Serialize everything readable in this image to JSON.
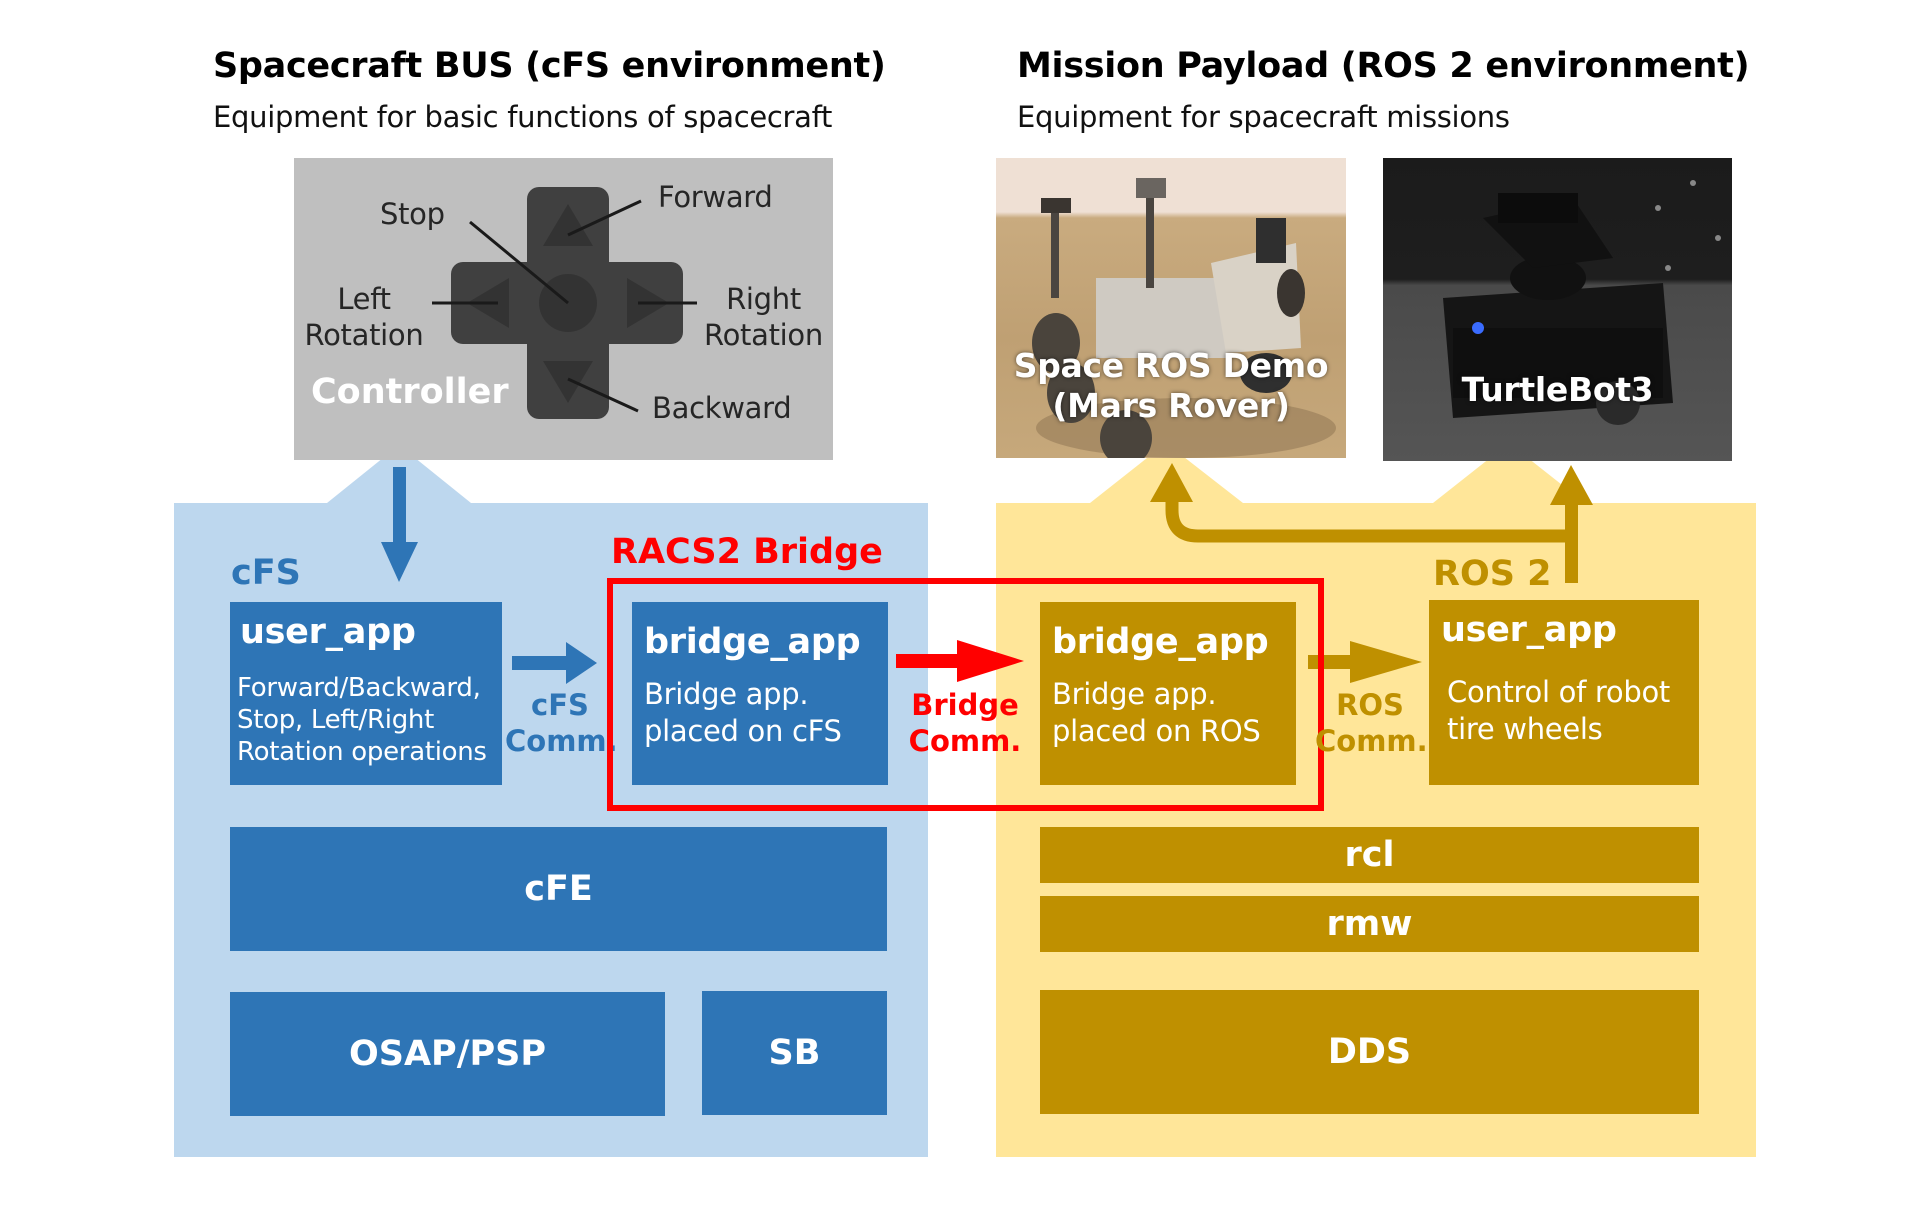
{
  "left_section": {
    "title": "Spacecraft BUS (cFS environment)",
    "subtitle": "Equipment for basic functions of spacecraft"
  },
  "right_section": {
    "title": "Mission Payload (ROS 2 environment)",
    "subtitle": "Equipment for spacecraft missions"
  },
  "controller": {
    "title": "Controller",
    "labels": {
      "stop": "Stop",
      "forward": "Forward",
      "left_line1": "Left",
      "left_line2": "Rotation",
      "right_line1": "Right",
      "right_line2": "Rotation",
      "backward": "Backward"
    }
  },
  "robots": [
    {
      "caption_line1": "Space ROS Demo",
      "caption_line2": "(Mars Rover)"
    },
    {
      "caption_line1": "TurtleBot3"
    }
  ],
  "cfs": {
    "env_label": "cFS",
    "user_app": {
      "title": "user_app",
      "desc": [
        "Forward/Backward,",
        "Stop, Left/Right",
        "Rotation operations"
      ]
    },
    "comm_label": [
      "cFS",
      "Comm."
    ],
    "bridge_app": {
      "title": "bridge_app",
      "desc": [
        "Bridge app.",
        "placed on cFS"
      ]
    },
    "layers": {
      "cfe": "cFE",
      "osap_psp": "OSAP/PSP",
      "sb": "SB"
    }
  },
  "bridge": {
    "title": "RACS2 Bridge",
    "comm_label": [
      "Bridge",
      "Comm."
    ]
  },
  "ros": {
    "env_label": "ROS 2",
    "bridge_app": {
      "title": "bridge_app",
      "desc": [
        "Bridge app.",
        "placed on ROS"
      ]
    },
    "comm_label": [
      "ROS",
      "Comm."
    ],
    "user_app": {
      "title": "user_app",
      "desc": [
        "Control of robot",
        "tire wheels"
      ]
    },
    "layers": {
      "rcl": "rcl",
      "rmw": "rmw",
      "dds": "DDS"
    }
  },
  "colors": {
    "cfs_panel": "#bdd7ee",
    "cfs_box": "#2e75b6",
    "ros_panel": "#ffe699",
    "ros_box": "#bf9000",
    "bridge_red": "#ff0000",
    "controller_bg": "#bfbfbf",
    "dpad": "#404040"
  }
}
